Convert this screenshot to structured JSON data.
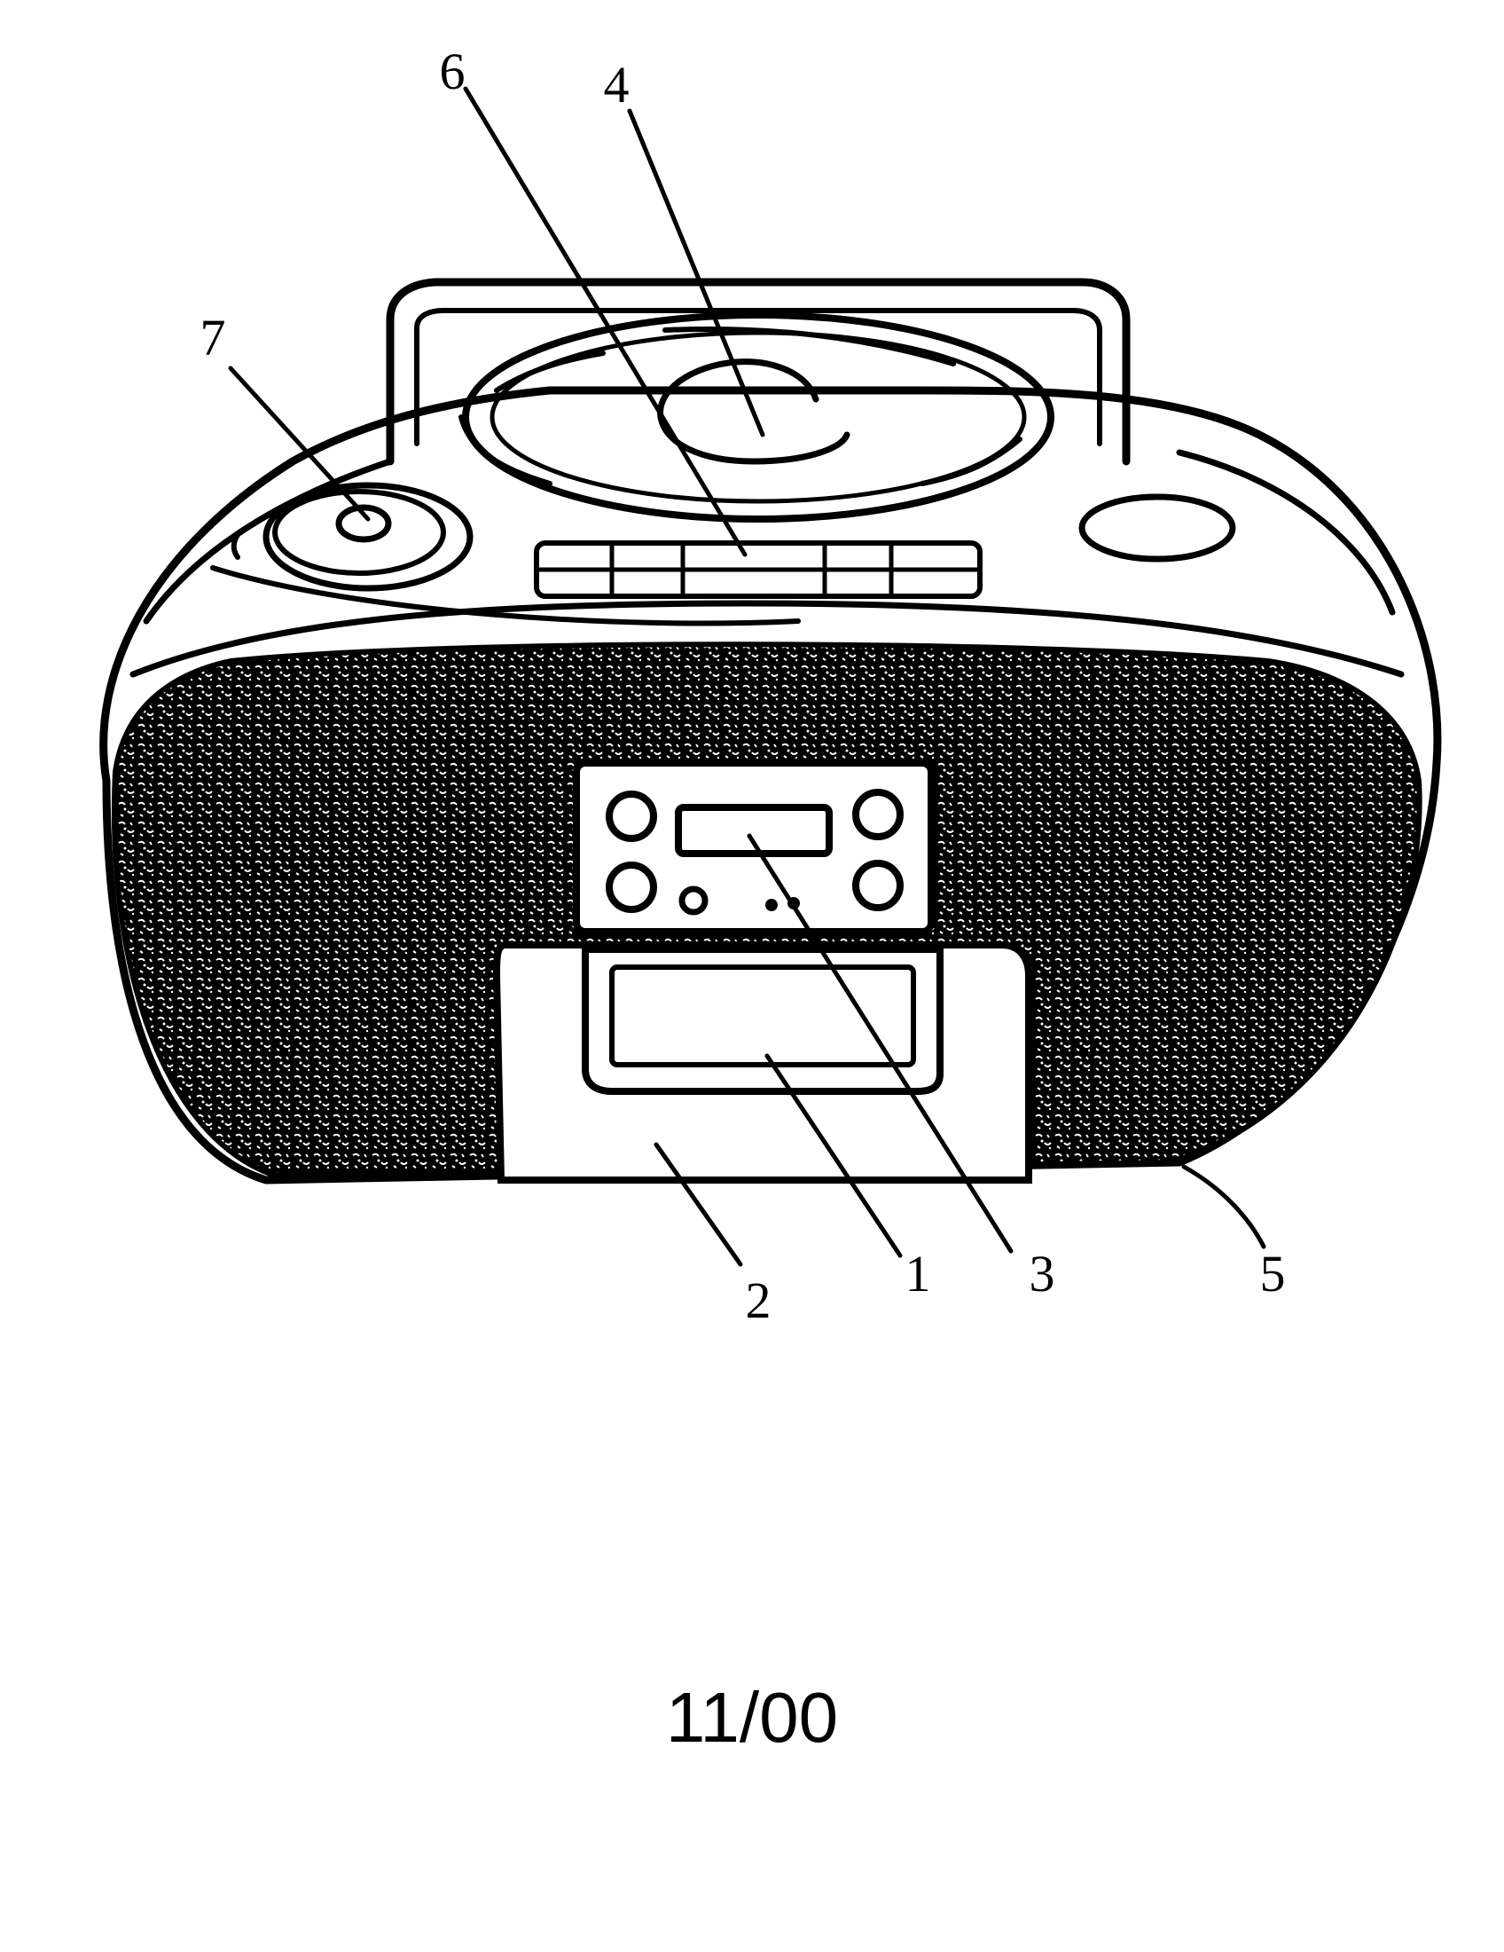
{
  "figure": {
    "sheet_number": "11/00",
    "callouts": [
      {
        "id": "1",
        "label": "1"
      },
      {
        "id": "2",
        "label": "2"
      },
      {
        "id": "3",
        "label": "3"
      },
      {
        "id": "4",
        "label": "4"
      },
      {
        "id": "5",
        "label": "5"
      },
      {
        "id": "6",
        "label": "6"
      },
      {
        "id": "7",
        "label": "7"
      }
    ]
  },
  "colors": {
    "ink": "#000000",
    "paper": "#ffffff"
  }
}
